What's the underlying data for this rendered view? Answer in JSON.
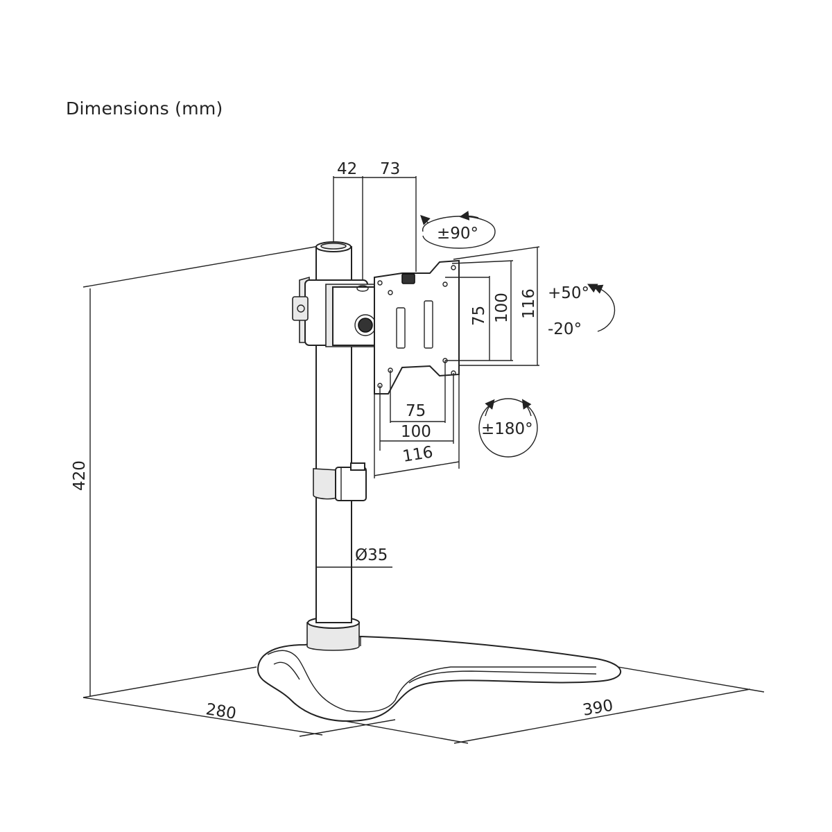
{
  "title": "Dimensions (mm)",
  "dimensions": {
    "pole_offset": "42",
    "arm_offset": "73",
    "height": "420",
    "base_depth": "280",
    "base_width": "390",
    "pole_diameter": "Ø35",
    "vesa_v_small": "75",
    "vesa_v_large": "100",
    "plate_height": "116",
    "vesa_h_small": "75",
    "vesa_h_large": "100",
    "plate_width": "116"
  },
  "rotations": {
    "swivel": "±90°",
    "tilt_up": "+50°",
    "tilt_down": "-20°",
    "rotate": "±180°"
  },
  "colors": {
    "line": "#222222",
    "text": "#222222",
    "fill_light": "#e9e9e9",
    "fill_dark": "#333333"
  }
}
